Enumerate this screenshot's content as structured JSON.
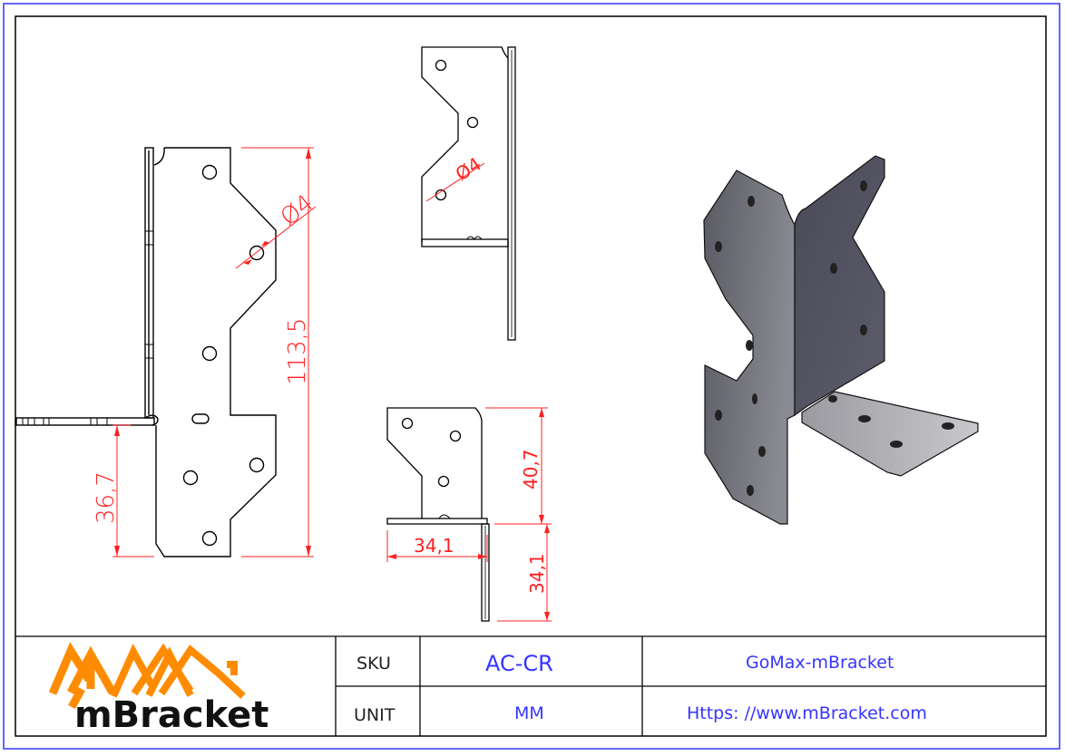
{
  "drawing": {
    "dimensions": {
      "front_height": "113,5",
      "front_flange_height": "36,7",
      "front_hole_diameter": "Ø4",
      "top_hole_diameter": "Ø4",
      "side_height": "40,7",
      "side_width": "34,1",
      "side_flange_height": "34,1"
    },
    "colors": {
      "dimension": "#ff2020",
      "outline": "#000000",
      "border": "#3535ff",
      "title_text": "#3535ff",
      "logo_orange": "#ff8c00"
    }
  },
  "title_block": {
    "logo_text": "mBracket",
    "sku_label": "SKU",
    "sku_value": "AC-CR",
    "unit_label": "UNIT",
    "unit_value": "MM",
    "brand": "GoMax-mBracket",
    "website": "Https: //www.mBracket.com"
  }
}
